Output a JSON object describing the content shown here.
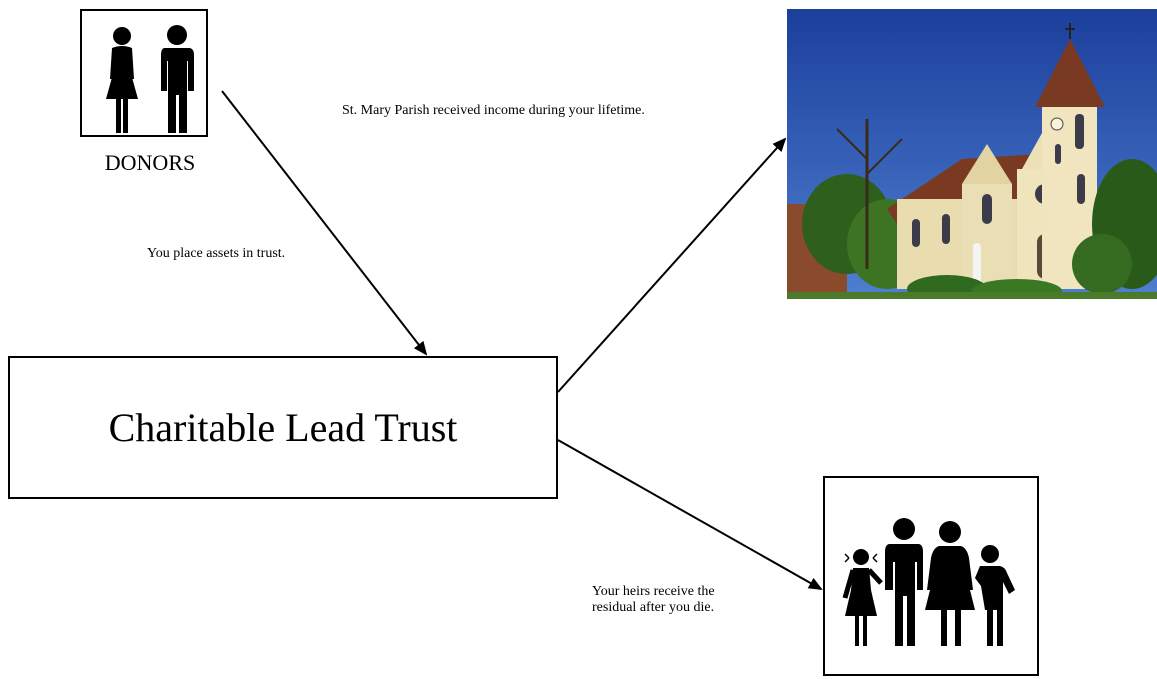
{
  "donors": {
    "label": "DONORS",
    "icon": "man-and-woman-icon"
  },
  "trust": {
    "label": "Charitable Lead Trust"
  },
  "notes": {
    "assets": "You place assets in trust.",
    "income": "St. Mary Parish received income during your lifetime.",
    "heirs_line1": "Your heirs receive the",
    "heirs_line2": "residual after you die."
  },
  "church": {
    "icon": "church-photo"
  },
  "heirs": {
    "icon": "family-icon"
  },
  "colors": {
    "line": "#000000",
    "sky": "#1f4fb0",
    "stone": "#e9ddb0",
    "roof": "#7a3a22",
    "tree": "#2f6a1e"
  }
}
